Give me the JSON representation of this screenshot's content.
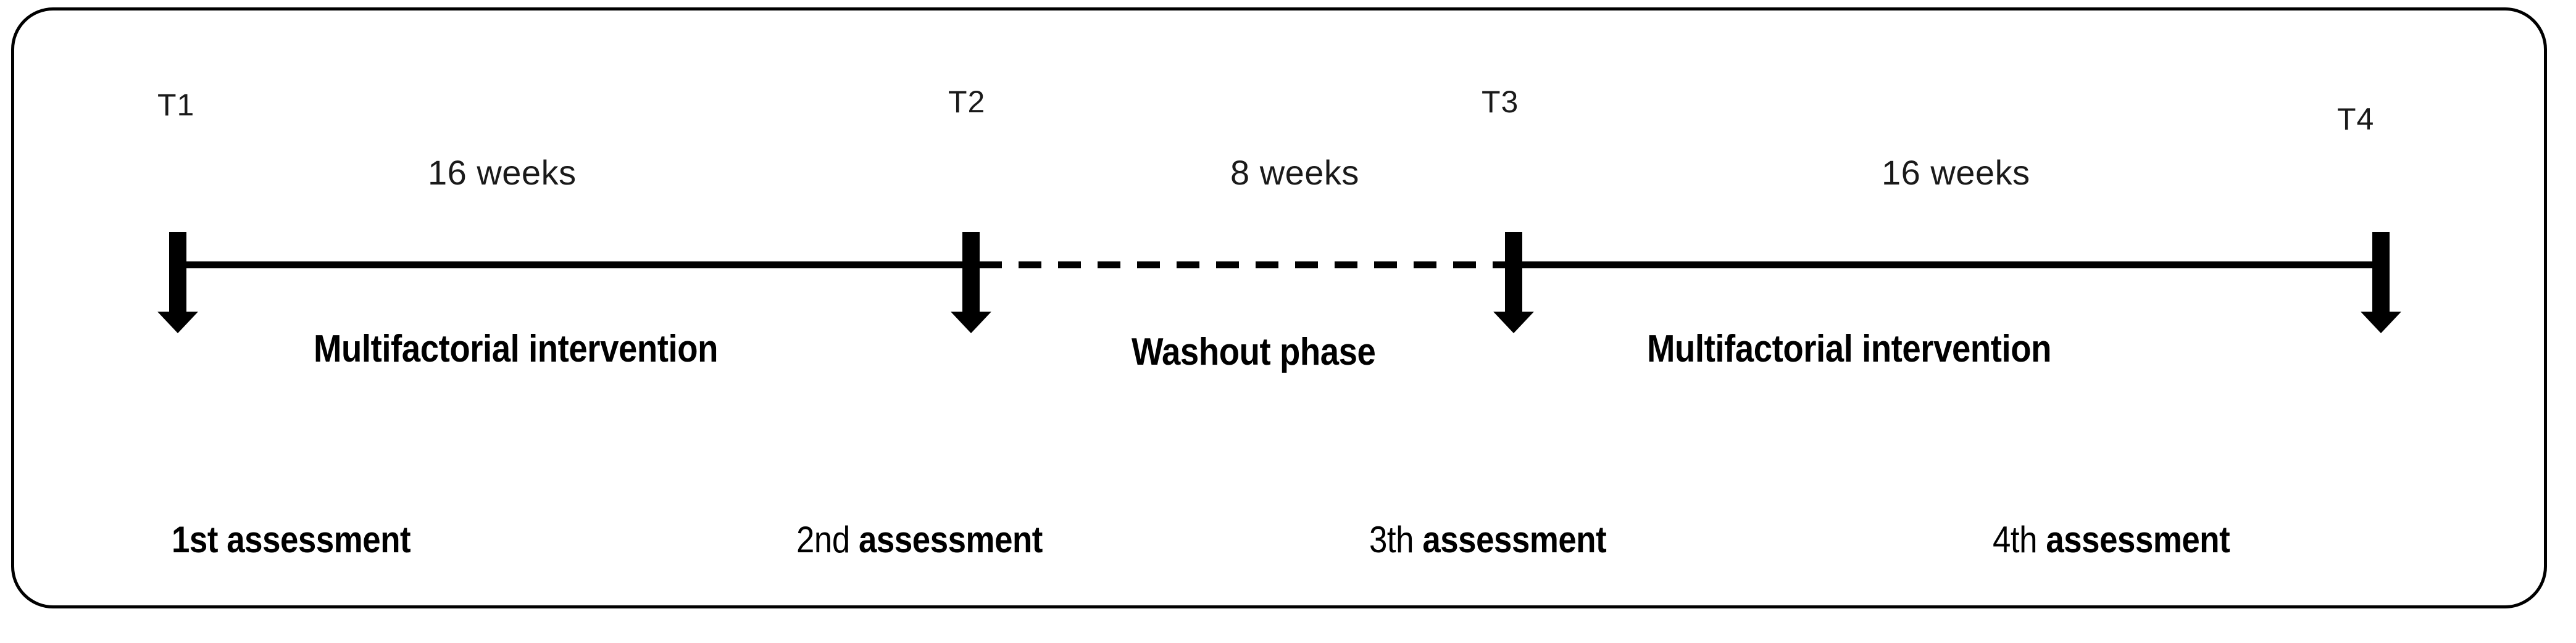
{
  "figure": {
    "type": "study-timeline",
    "shape": "rounded-rectangle-frame",
    "orientation": "horizontal",
    "background_color": "#ffffff",
    "line_color": "#000000",
    "frame_color": "#000000"
  },
  "timepoints": [
    {
      "id": "T1",
      "label": "T1",
      "marker": "down-arrow"
    },
    {
      "id": "T2",
      "label": "T2",
      "marker": "down-arrow"
    },
    {
      "id": "T3",
      "label": "T3",
      "marker": "down-arrow"
    },
    {
      "id": "T4",
      "label": "T4",
      "marker": "down-arrow"
    }
  ],
  "intervals": [
    {
      "id": "period-1",
      "from": "T1",
      "to": "T2",
      "duration": "16 weeks",
      "phase": "Multifactorial intervention",
      "line_style": "solid"
    },
    {
      "id": "period-2",
      "from": "T2",
      "to": "T3",
      "duration": "8 weeks",
      "phase": "Washout phase",
      "line_style": "dashed"
    },
    {
      "id": "period-3",
      "from": "T3",
      "to": "T4",
      "duration": "16 weeks",
      "phase": "Multifactorial intervention",
      "line_style": "solid"
    }
  ],
  "assessments": [
    {
      "id": "assessment-1",
      "ordinal": "1st",
      "word": "assessment",
      "at": "T1"
    },
    {
      "id": "assessment-2",
      "ordinal": "2nd",
      "word": "assessment",
      "at": "T2"
    },
    {
      "id": "assessment-3",
      "ordinal": "3th",
      "word": "assessment",
      "at": "T3"
    },
    {
      "id": "assessment-4",
      "ordinal": "4th",
      "word": "assessment",
      "at": "T4"
    }
  ]
}
